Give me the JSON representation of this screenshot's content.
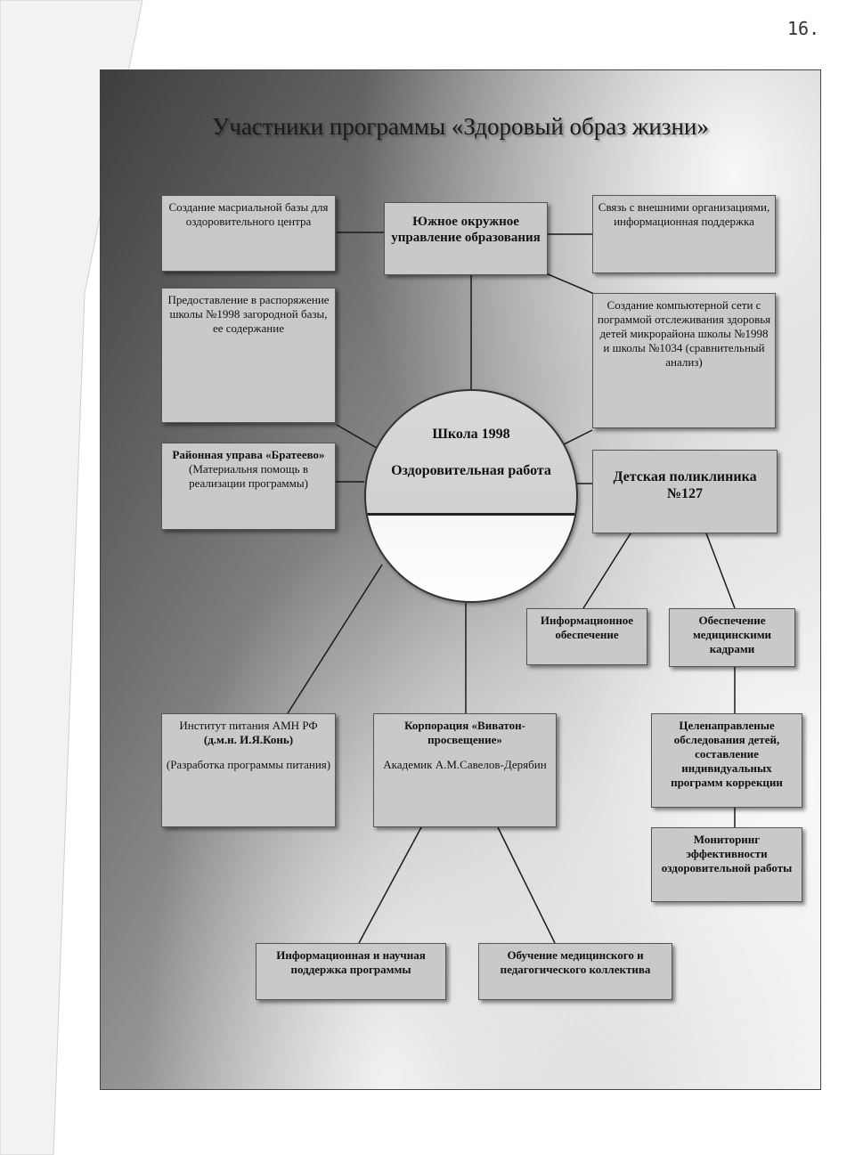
{
  "page_number": "16.",
  "title": "Участники программы «Здоровый образ жизни»",
  "center": {
    "title": "Школа 1998",
    "subtitle": "Оздоровительная работа"
  },
  "boxes": {
    "material_base": "Создание масриальной базы для оздоровительного центра",
    "southern_district": "Южное окружное управление образования",
    "external_relations": "Связь с внешними организациями, информационная поддержка",
    "country_base": "Предоставление в распоряжение школы №1998 загородной базы, ее содержание",
    "computer_network": "Создание компьютерной сети с пограммой отслеживания здоровья детей микрорайона школы №1998 и школы №1034 (сравнительный анализ)",
    "district_council_title": "Районная управа «Братеево»",
    "district_council_note": "(Материальня помощь в реализации программы)",
    "polyclinic": "Детская поликлиника №127",
    "info_support": "Информационное обеспечение",
    "medical_staff": "Обеспечение медицинскими кадрами",
    "examinations": "Целенаправленые обследования детей, составление индивидуальных программ коррекции",
    "monitoring": "Мониторинг эффективности оздоровительной работы",
    "nutrition_institute_title": "Институт питания АМН РФ",
    "nutrition_institute_person": "(д.м.н. И.Я.Конь)",
    "nutrition_institute_note": "(Разработка программы питания)",
    "corporation_title": "Корпорация «Виватон-просвещение»",
    "corporation_person": "Академик А.М.Савелов-Дерябин",
    "scientific_support": "Информационная и научная поддержка программы",
    "staff_training": "Обучение медицинского и педагогического коллектива"
  }
}
